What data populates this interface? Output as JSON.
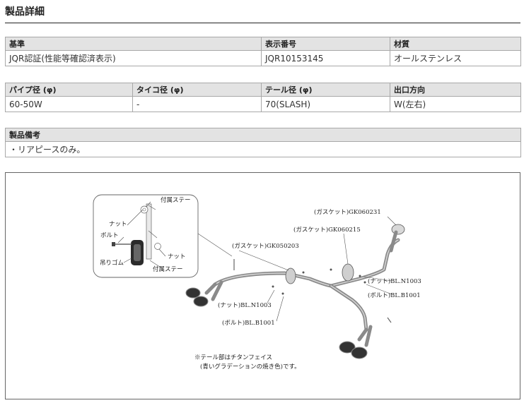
{
  "section": {
    "title": "製品詳細"
  },
  "table1": {
    "headers": [
      "基準",
      "表示番号",
      "材質"
    ],
    "values": [
      "JQR認証(性能等確認済表示)",
      "JQR10153145",
      "オールステンレス"
    ]
  },
  "table2": {
    "headers": [
      "パイプ径 (φ)",
      "タイコ径 (φ)",
      "テール径 (φ)",
      "出口方向"
    ],
    "values": [
      "60-50W",
      "-",
      "70(SLASH)",
      "W(左右)"
    ]
  },
  "table3": {
    "header": "製品備考",
    "value": "・リアピースのみ。"
  },
  "diagram": {
    "inset": {
      "stay_top": "付属ステー",
      "nut_top": "ナット",
      "bolt": "ボルト",
      "nut_bottom": "ナット",
      "rubber": "吊りゴム",
      "stay_bottom": "付属ステー"
    },
    "labels": {
      "gasket_gk060231": "(ガスケット)GK060231",
      "gasket_gk060215": "(ガスケット)GK060215",
      "gasket_gk050203": "(ガスケット)GK050203",
      "nut_right": "(ナット)BL.N1003",
      "bolt_right": "(ボルト)BL.B1001",
      "nut_left": "(ナット)BL.N1003",
      "bolt_left": "(ボルト)BL.B1001"
    },
    "note_line1": "※テール部はチタンフェイス",
    "note_line2": "(青いグラデーションの焼き色)です。",
    "colors": {
      "pipe": "#8a8a8a",
      "border": "#666666",
      "header_bg": "#e3e3e3"
    }
  }
}
